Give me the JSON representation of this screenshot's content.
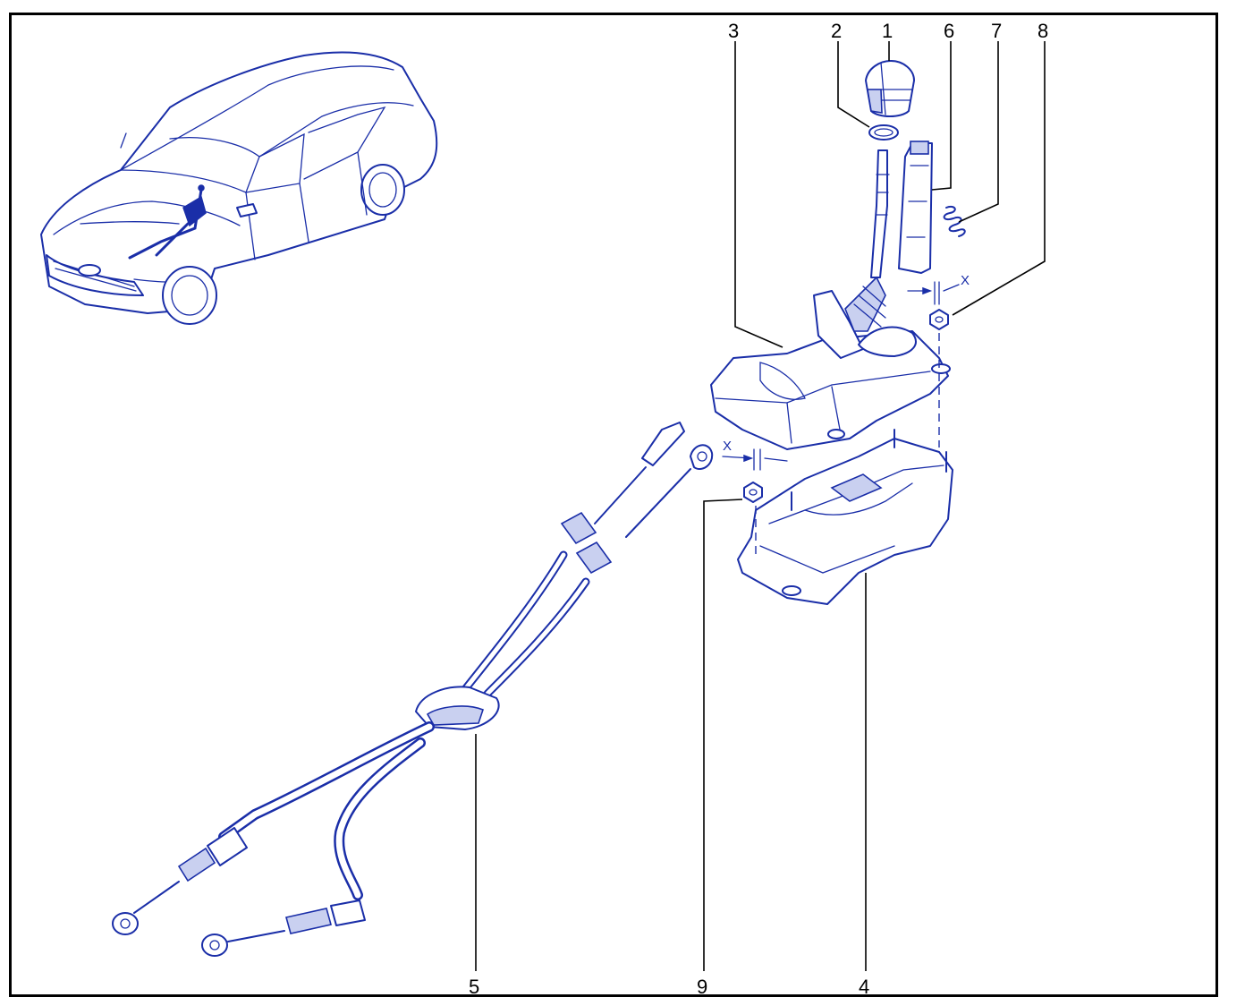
{
  "diagram": {
    "callouts": [
      {
        "id": "1",
        "text": "1"
      },
      {
        "id": "2",
        "text": "2"
      },
      {
        "id": "3",
        "text": "3"
      },
      {
        "id": "4",
        "text": "4"
      },
      {
        "id": "5",
        "text": "5"
      },
      {
        "id": "6",
        "text": "6"
      },
      {
        "id": "7",
        "text": "7"
      },
      {
        "id": "8",
        "text": "8"
      },
      {
        "id": "9",
        "text": "9"
      }
    ],
    "dimension_labels": {
      "top": "X",
      "left": "X"
    },
    "colors": {
      "ink": "#1a2ea8",
      "fill_light": "#c9d0f0",
      "frame": "#000000"
    }
  }
}
